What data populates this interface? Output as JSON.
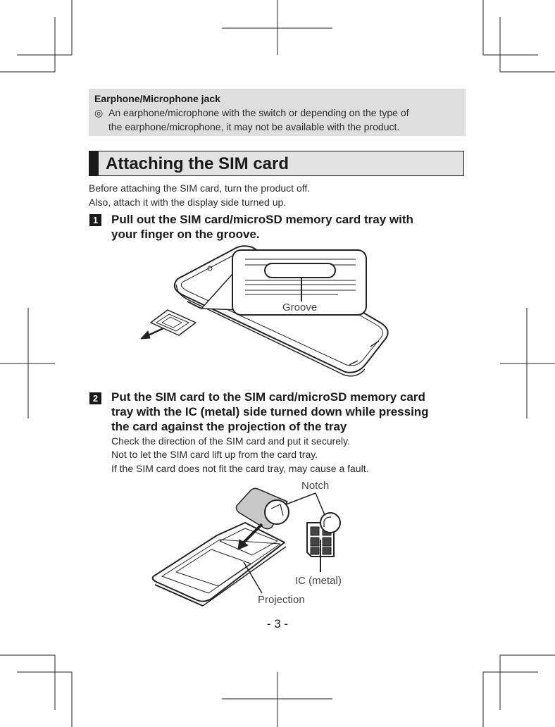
{
  "note": {
    "title": "Earphone/Microphone jack",
    "mark": "◎",
    "line1": "An earphone/microphone with the switch or depending on the type of",
    "line2": "the earphone/microphone, it may not be available with the product."
  },
  "section": {
    "title": "Attaching the SIM card"
  },
  "intro": {
    "line1": "Before attaching the SIM card, turn the product off.",
    "line2": "Also, attach it with the display side turned up."
  },
  "step1": {
    "number": "1",
    "line1": "Pull out the SIM card/microSD memory card tray with",
    "line2": "your finger on the groove.",
    "figure_label_groove": "Groove"
  },
  "step2": {
    "number": "2",
    "line1": "Put the SIM card to the SIM card/microSD memory card",
    "line2": "tray with the IC (metal) side turned down while pressing",
    "line3": "the card against the projection of the tray",
    "sub1": "Check the direction of the SIM card and put it securely.",
    "sub2": "Not to let the SIM card lift up from the card tray.",
    "sub3": "If the SIM card does not fit the card tray, may cause a fault.",
    "figure_label_notch": "Notch",
    "figure_label_ic": "IC (metal)",
    "figure_label_projection": "Projection"
  },
  "page_number": "- 3 -"
}
